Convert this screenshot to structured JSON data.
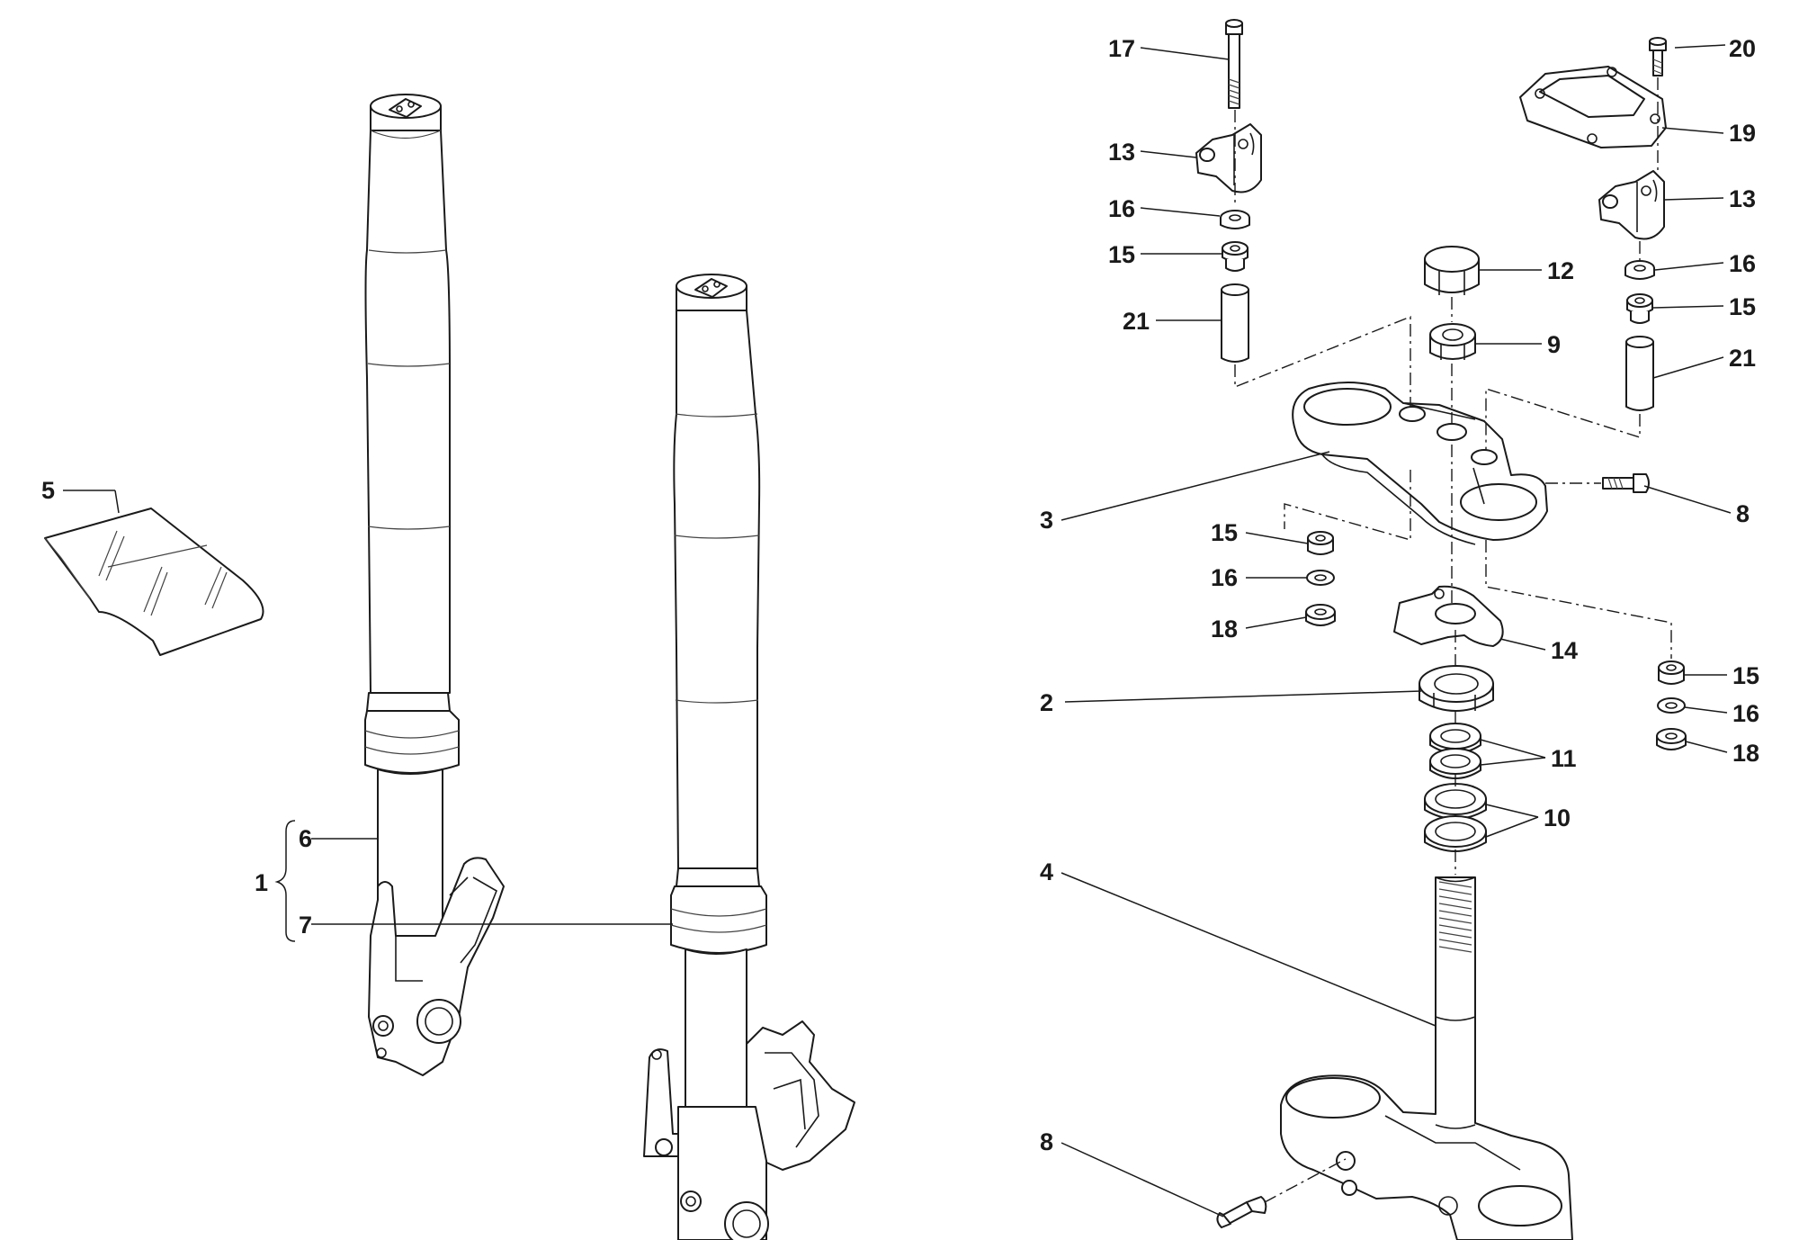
{
  "callouts": {
    "c1": "1",
    "c2": "2",
    "c3": "3",
    "c4": "4",
    "c5": "5",
    "c6": "6",
    "c7": "7",
    "c8a": "8",
    "c8b": "8",
    "c9": "9",
    "c10": "10",
    "c11": "11",
    "c12": "12",
    "c13a": "13",
    "c13b": "13",
    "c14": "14",
    "c15a": "15",
    "c15b": "15",
    "c15c": "15",
    "c15d": "15",
    "c16a": "16",
    "c16b": "16",
    "c16c": "16",
    "c16d": "16",
    "c17": "17",
    "c18a": "18",
    "c18b": "18",
    "c19": "19",
    "c20": "20",
    "c21a": "21",
    "c21b": "21"
  },
  "colors": {
    "line": "#1a1a1a",
    "background": "#ffffff",
    "shade": "#f4f4f4"
  }
}
